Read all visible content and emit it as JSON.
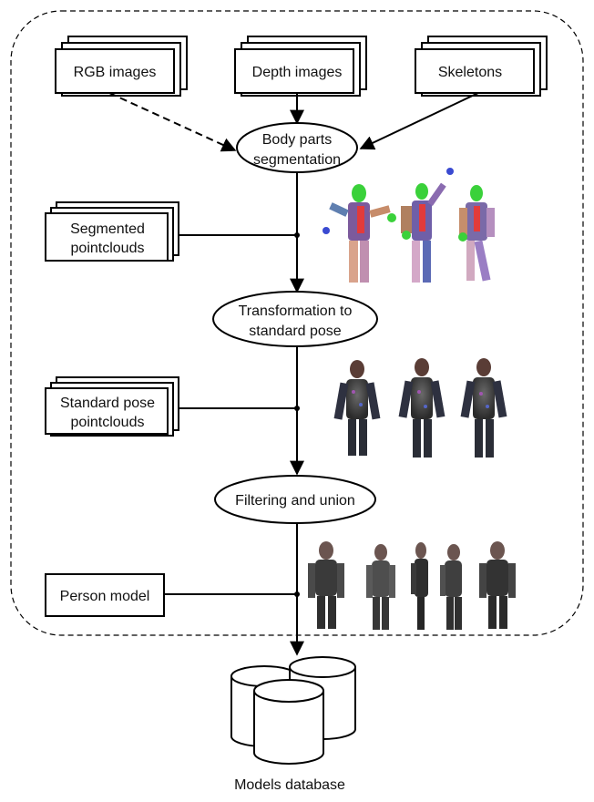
{
  "inputs": {
    "rgb": "RGB images",
    "depth": "Depth images",
    "skeletons": "Skeletons"
  },
  "steps": {
    "segmentation": [
      "Body parts",
      "segmentation"
    ],
    "transformation": [
      "Transformation to",
      "standard pose"
    ],
    "filtering": "Filtering and union"
  },
  "outputs": {
    "segmented": [
      "Segmented",
      "pointclouds"
    ],
    "standard_pose": [
      "Standard pose",
      "pointclouds"
    ],
    "person_model": "Person model"
  },
  "database": "Models database",
  "illustrations": {
    "segmented_figures": "segmented-body-pointcloud-figures",
    "standard_pose_figures": "standard-pose-pointcloud-figures",
    "person_model_figures": "person-model-views"
  },
  "colors": {
    "stroke": "#000000",
    "background": "#ffffff"
  }
}
